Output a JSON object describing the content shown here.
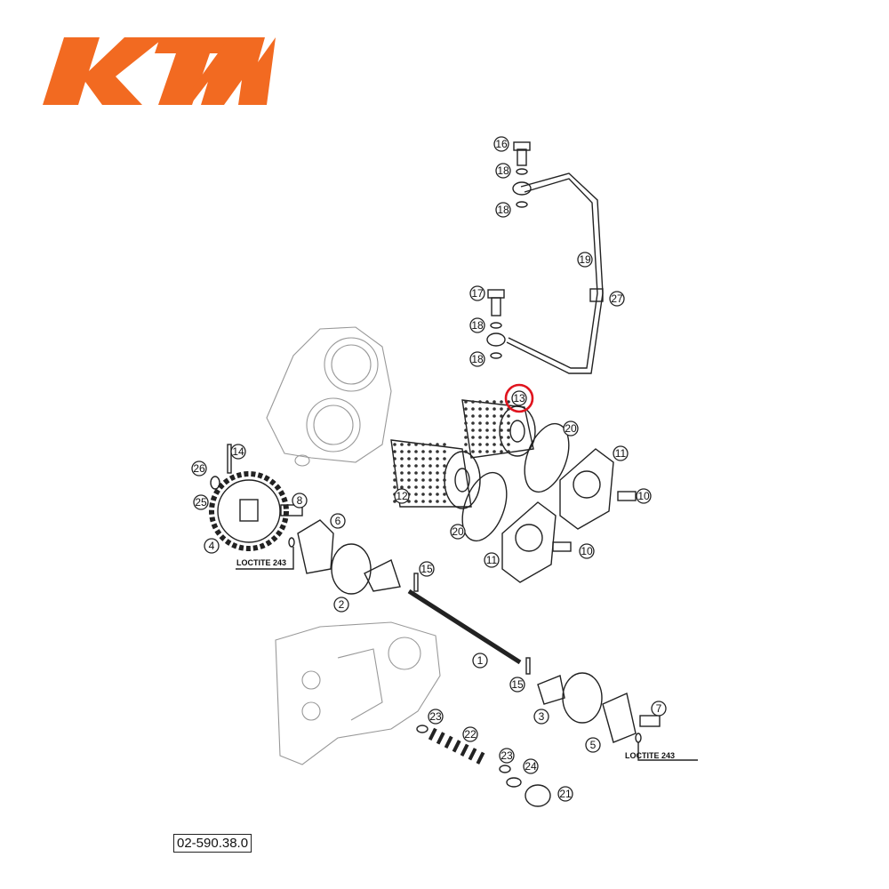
{
  "brand": {
    "logo_text": "KTM",
    "color": "#f26a21"
  },
  "diagram": {
    "highlighted_callout": "13",
    "highlight_color": "#e0141e",
    "callouts": [
      "16",
      "18",
      "18",
      "19",
      "27",
      "17",
      "18",
      "18",
      "13",
      "20",
      "11",
      "10",
      "12",
      "20",
      "11",
      "10",
      "14",
      "26",
      "25",
      "4",
      "8",
      "6",
      "15",
      "2",
      "1",
      "15",
      "3",
      "5",
      "7",
      "23",
      "22",
      "23",
      "24",
      "21"
    ],
    "notes": [
      "LOCTITE 243",
      "LOCTITE 243"
    ],
    "part_number": "02-590.38.0"
  }
}
